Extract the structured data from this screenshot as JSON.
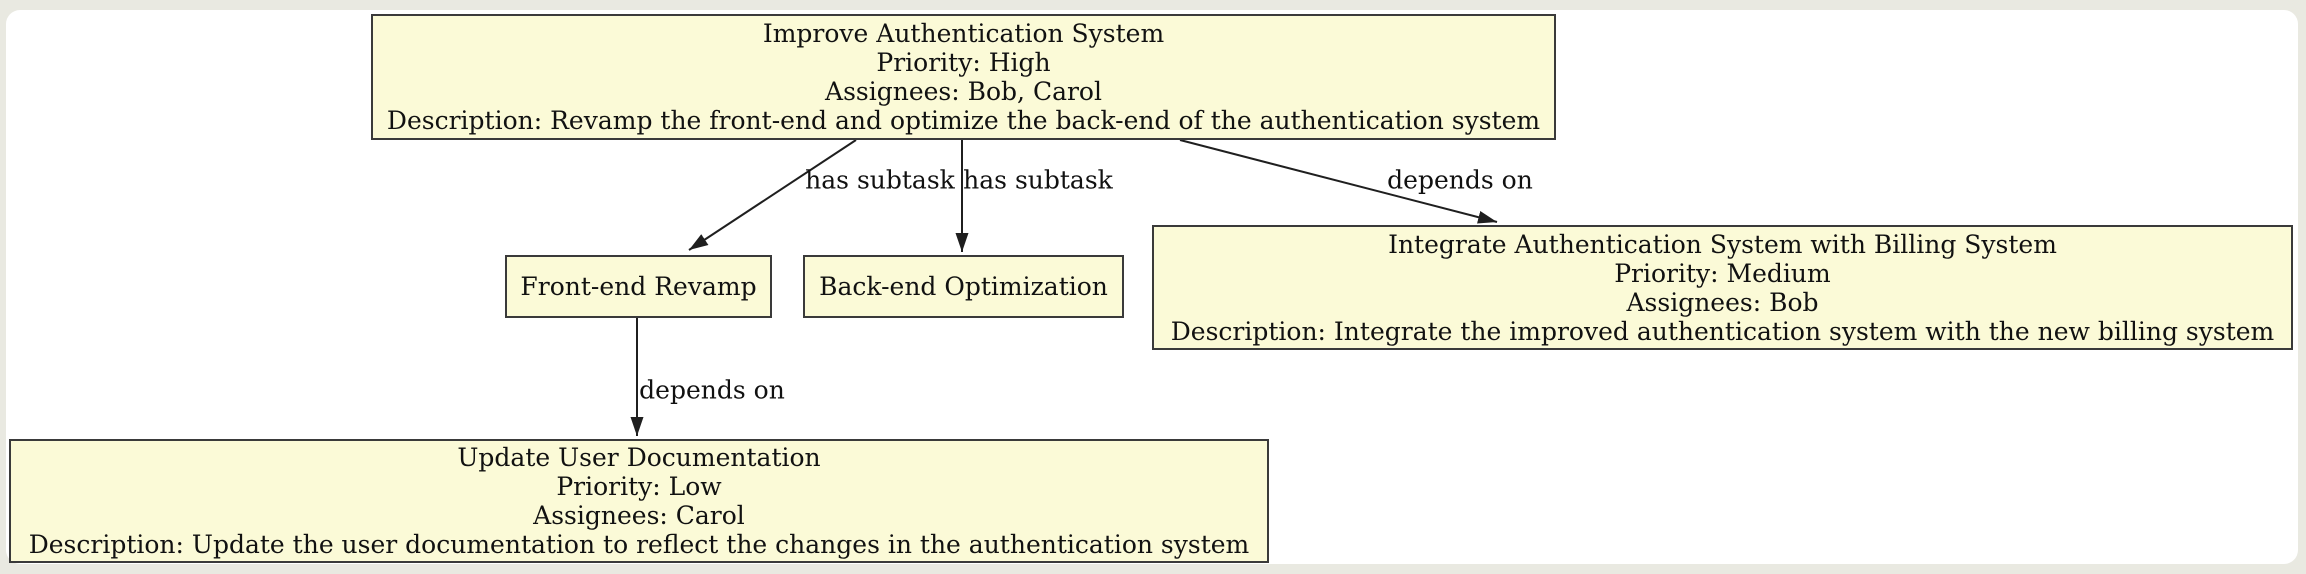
{
  "theme": {
    "page_background": "#E9E9E1",
    "canvas_background": "#FFFFFF",
    "node_fill": "#FBFAD7",
    "node_border": "#3A3A3A",
    "edge_color": "#1F1F1F",
    "text_color": "#111111"
  },
  "nodes": {
    "improve_auth": {
      "title": "Improve Authentication System",
      "priority": "Priority: High",
      "assignees": "Assignees: Bob, Carol",
      "description": "Description: Revamp the front-end and optimize the back-end of the authentication system"
    },
    "frontend_revamp": {
      "title": "Front-end Revamp"
    },
    "backend_optimization": {
      "title": "Back-end Optimization"
    },
    "integrate_billing": {
      "title": "Integrate Authentication System with Billing System",
      "priority": "Priority: Medium",
      "assignees": "Assignees: Bob",
      "description": "Description: Integrate the improved authentication system with the new billing system"
    },
    "update_docs": {
      "title": "Update User Documentation",
      "priority": "Priority: Low",
      "assignees": "Assignees: Carol",
      "description": "Description: Update the user documentation to reflect the changes in the authentication system"
    }
  },
  "edges": [
    {
      "from": "improve_auth",
      "to": "frontend_revamp",
      "label": "has subtask"
    },
    {
      "from": "improve_auth",
      "to": "backend_optimization",
      "label": "has subtask"
    },
    {
      "from": "improve_auth",
      "to": "integrate_billing",
      "label": "depends on"
    },
    {
      "from": "frontend_revamp",
      "to": "update_docs",
      "label": "depends on"
    }
  ]
}
